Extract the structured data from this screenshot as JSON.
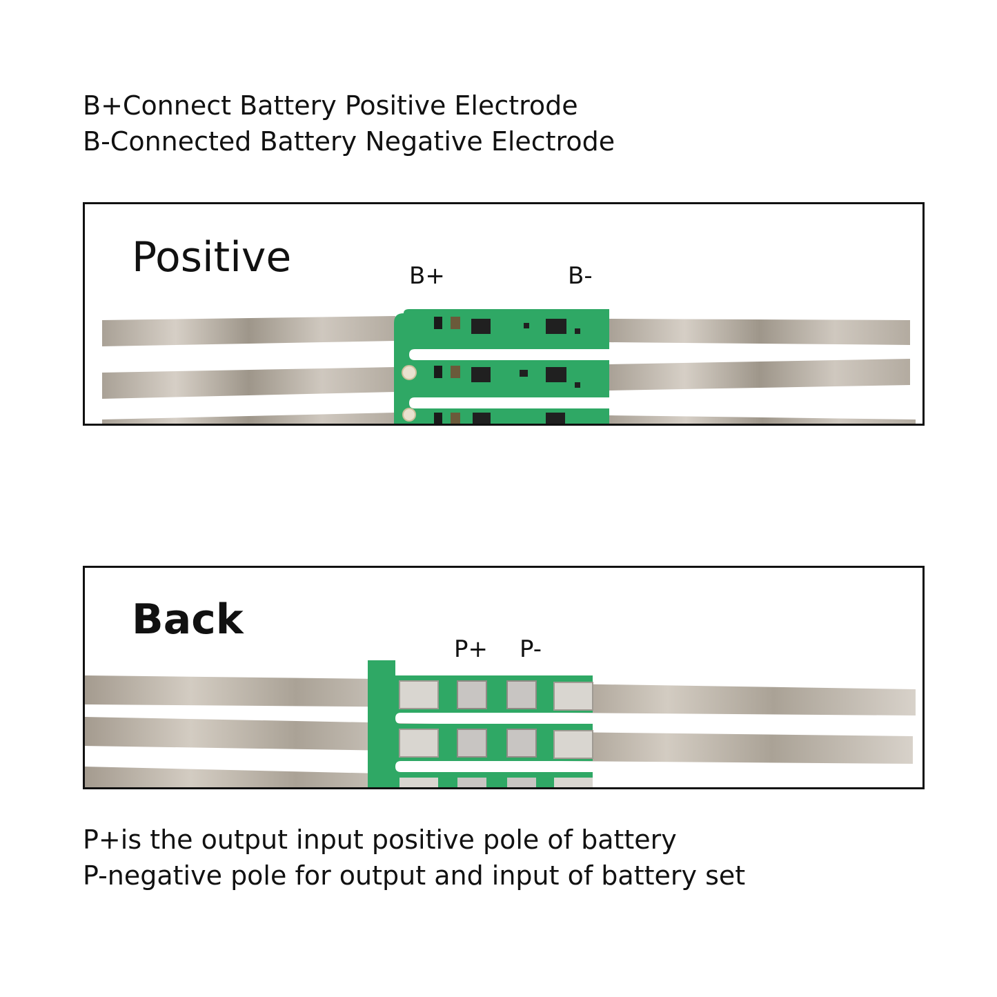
{
  "notes": {
    "top_line_1": "B+Connect Battery Positive Electrode",
    "top_line_2": "B-Connected Battery Negative Electrode",
    "bottom_line_1": "P+is the output input positive pole of battery",
    "bottom_line_2": "P-negative pole for output and input of battery set"
  },
  "panels": {
    "positive": {
      "title": "Positive",
      "labels": {
        "b_plus": "B+",
        "b_minus": "B-"
      }
    },
    "back": {
      "title": "Back",
      "labels": {
        "p_plus": "P+",
        "p_minus": "P-"
      }
    }
  },
  "colors": {
    "pcb_green": "#2fa865",
    "nickel_strip": "#b9b1a6",
    "outline": "#111111"
  }
}
